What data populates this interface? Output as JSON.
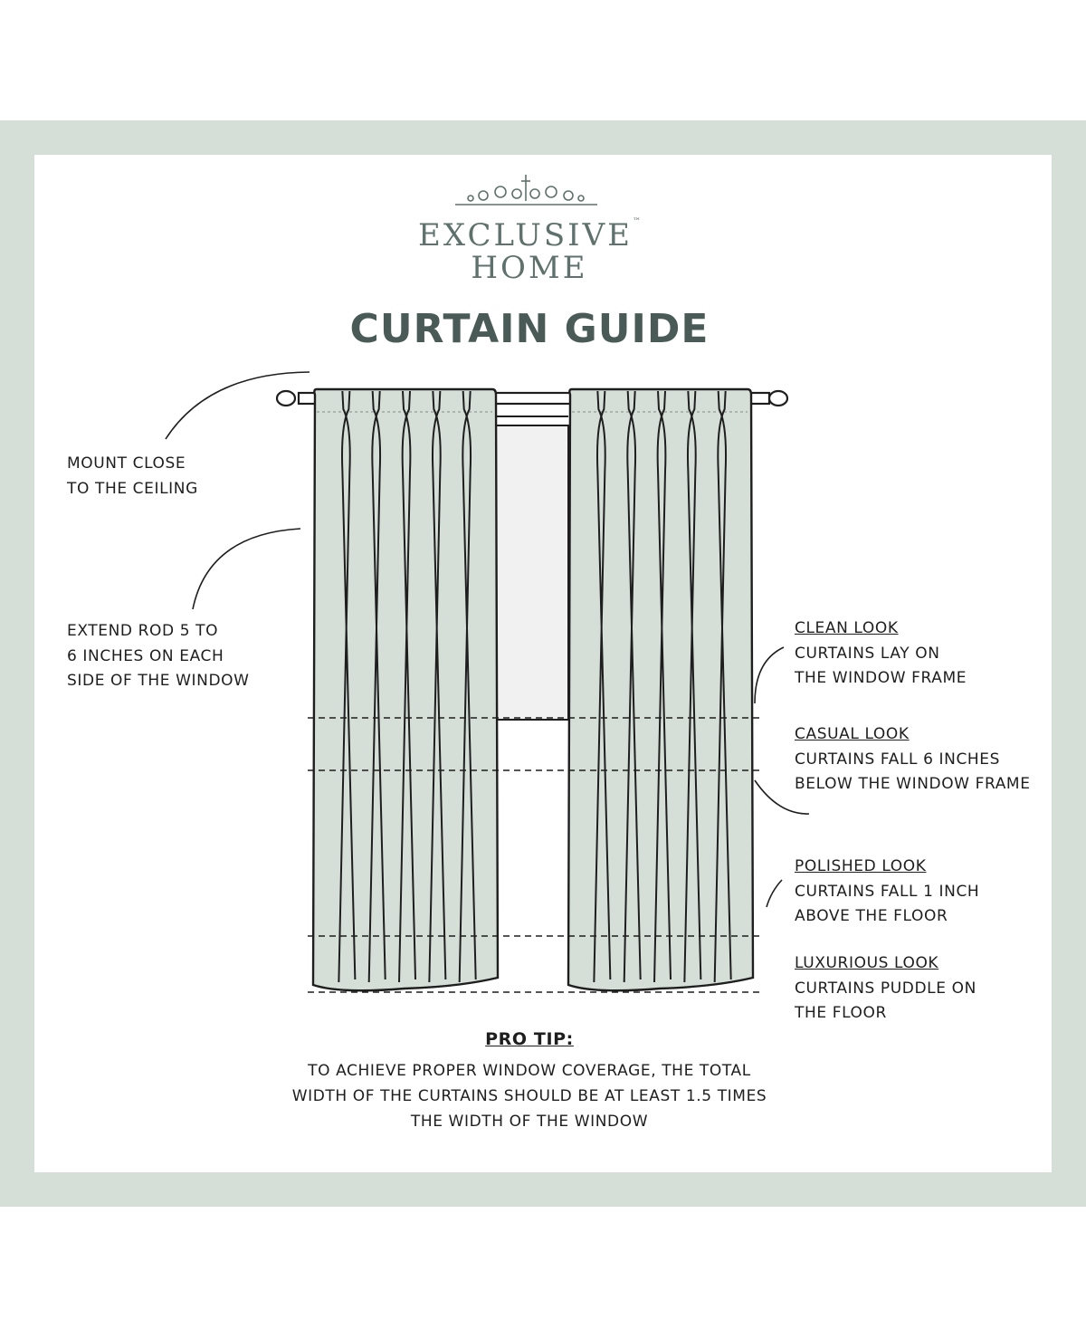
{
  "brand": {
    "line1": "EXCLUSIVE",
    "trademark": "™",
    "line2": "HOME"
  },
  "title": "CURTAIN GUIDE",
  "left_notes": [
    {
      "lines": [
        "MOUNT CLOSE",
        "TO THE CEILING"
      ]
    },
    {
      "lines": [
        "EXTEND ROD 5 TO",
        "6 INCHES ON EACH",
        "SIDE OF THE WINDOW"
      ]
    }
  ],
  "looks": [
    {
      "heading": "CLEAN LOOK",
      "lines": [
        "CURTAINS LAY ON",
        "THE WINDOW FRAME"
      ]
    },
    {
      "heading": "CASUAL LOOK",
      "lines": [
        "CURTAINS FALL 6 INCHES",
        "BELOW THE WINDOW FRAME"
      ]
    },
    {
      "heading": "POLISHED LOOK",
      "lines": [
        "CURTAINS FALL 1 INCH",
        "ABOVE THE FLOOR"
      ]
    },
    {
      "heading": "LUXURIOUS LOOK",
      "lines": [
        "CURTAINS PUDDLE ON",
        "THE FLOOR"
      ]
    }
  ],
  "pro_tip": {
    "heading": "PRO TIP:",
    "lines": [
      "TO ACHIEVE PROPER WINDOW COVERAGE, THE TOTAL",
      "WIDTH OF THE CURTAINS SHOULD BE AT LEAST 1.5 TIMES",
      "THE WIDTH OF THE WINDOW"
    ]
  },
  "colors": {
    "frame": "#d5dfd8",
    "curtain": "#d5dfd8",
    "title": "#4a5a56",
    "logo": "#5f716c"
  }
}
